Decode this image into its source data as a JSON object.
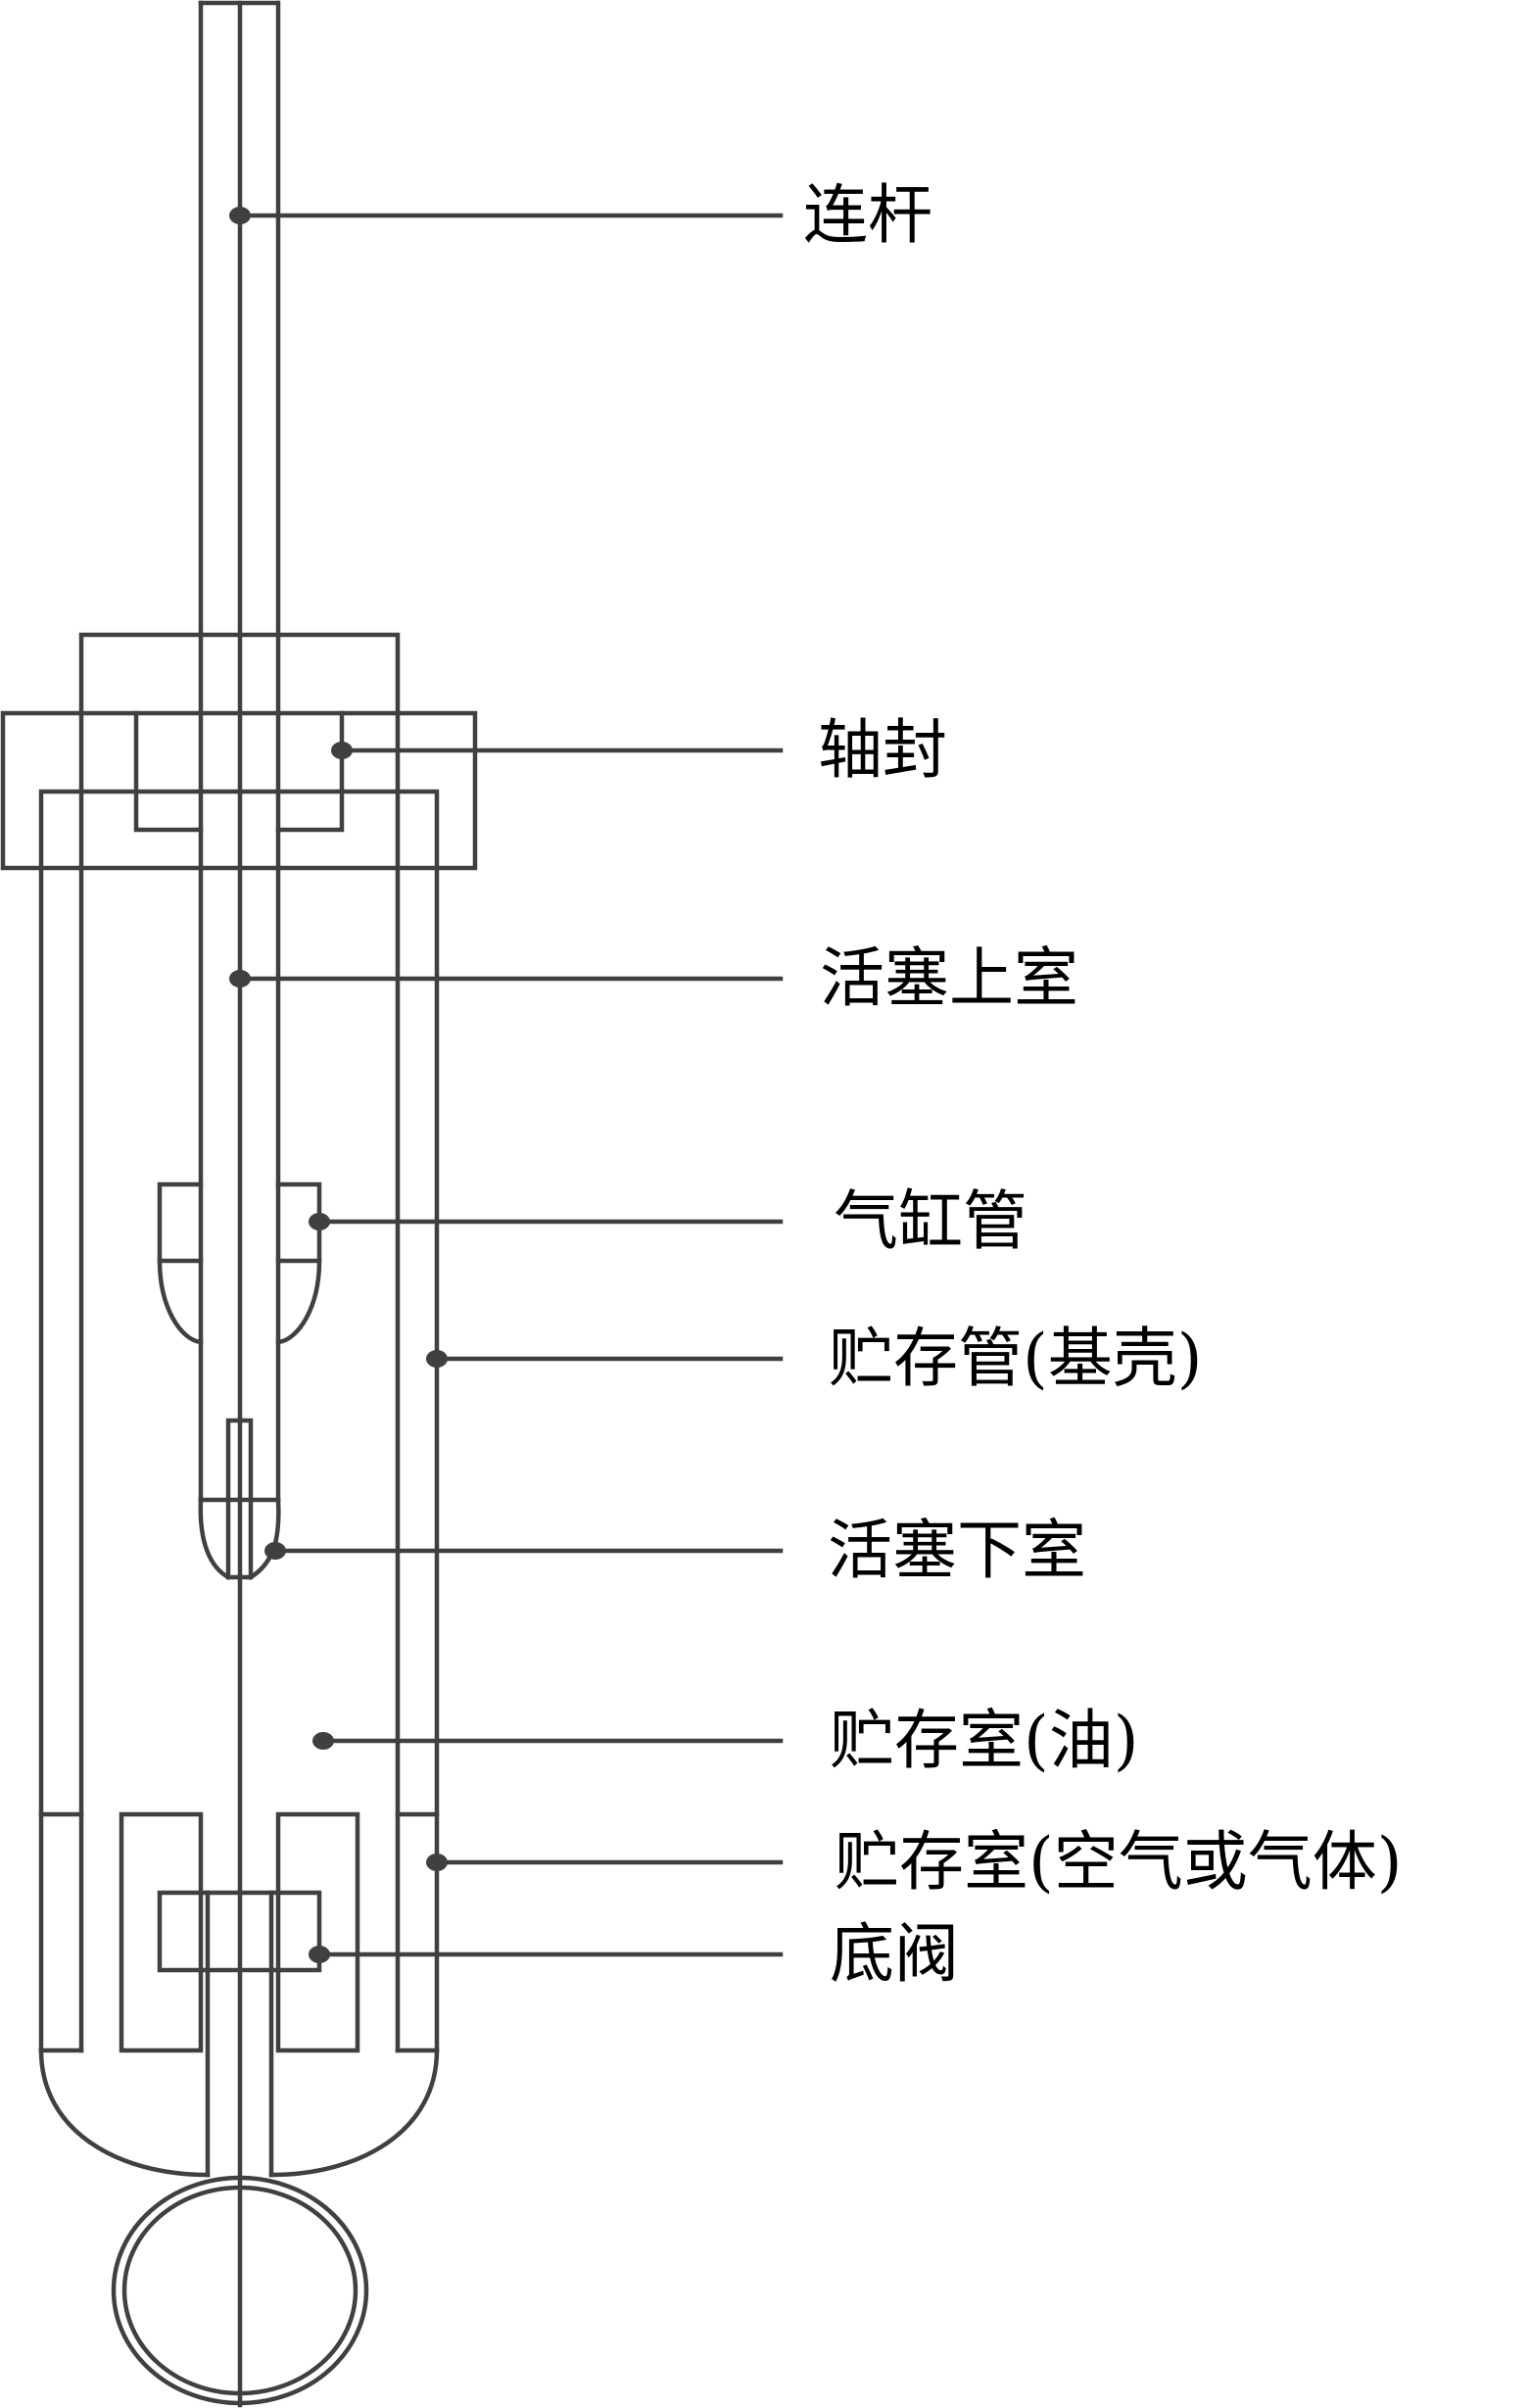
{
  "diagram": {
    "title_hidden": null,
    "line_color": "#404040",
    "labels": {
      "connecting_rod": "连杆",
      "shaft_seal": "轴封",
      "upper_piston_chamber": "活塞上室",
      "cylinder_tube": "气缸管",
      "reservoir_tube": "贮存管(基壳)",
      "lower_piston_chamber": "活塞下室",
      "reservoir_oil": "贮存室(油)",
      "reservoir_gas": "贮存室(空气或气体)",
      "base_valve": "底阀"
    }
  }
}
